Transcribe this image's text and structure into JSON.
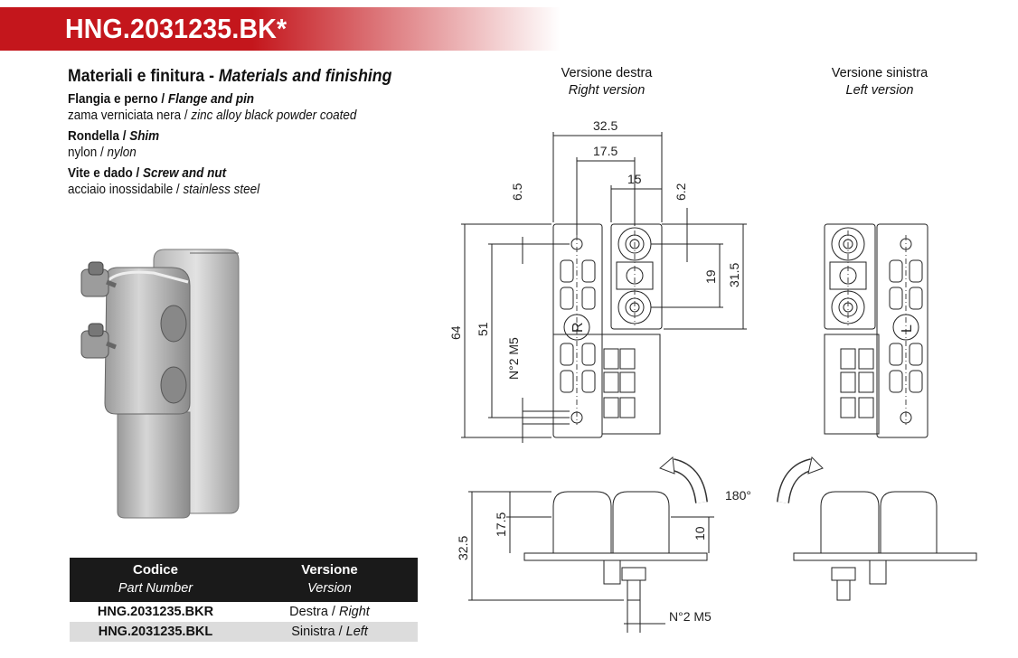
{
  "title": "HNG.2031235.BK*",
  "materials": {
    "heading_it": "Materiali e finitura - ",
    "heading_en": "Materials and finishing",
    "items": [
      {
        "label_it": "Flangia e perno / ",
        "label_en": "Flange and pin",
        "value_it": "zama verniciata nera / ",
        "value_en": "zinc alloy black powder coated"
      },
      {
        "label_it": "Rondella / ",
        "label_en": "Shim",
        "value_it": "nylon / ",
        "value_en": "nylon"
      },
      {
        "label_it": "Vite e dado / ",
        "label_en": "Screw and nut",
        "value_it": "acciaio inossidabile / ",
        "value_en": "stainless steel"
      }
    ]
  },
  "versions": {
    "right": {
      "it": "Versione destra",
      "en": "Right version",
      "badge": "R"
    },
    "left": {
      "it": "Versione sinistra",
      "en": "Left version",
      "badge": "L"
    }
  },
  "dimensions": {
    "d32_5": "32.5",
    "d17_5": "17.5",
    "d15": "15",
    "d6_5": "6.5",
    "d6_2": "6.2",
    "d64": "64",
    "d51": "51",
    "d19": "19",
    "d31_5": "31.5",
    "screw": "N°2 M5",
    "front_32_5": "32.5",
    "front_17_5": "17.5",
    "front_10": "10",
    "front_screw": "N°2  M5",
    "rotation": "180°"
  },
  "table": {
    "headers": [
      {
        "title": "Codice",
        "subtitle": "Part Number"
      },
      {
        "title": "Versione",
        "subtitle": "Version"
      }
    ],
    "rows": [
      {
        "code": "HNG.2031235.BKR",
        "version_it": "Destra / ",
        "version_en": "Right"
      },
      {
        "code": "HNG.2031235.BKL",
        "version_it": "Sinistra / ",
        "version_en": "Left"
      }
    ]
  }
}
